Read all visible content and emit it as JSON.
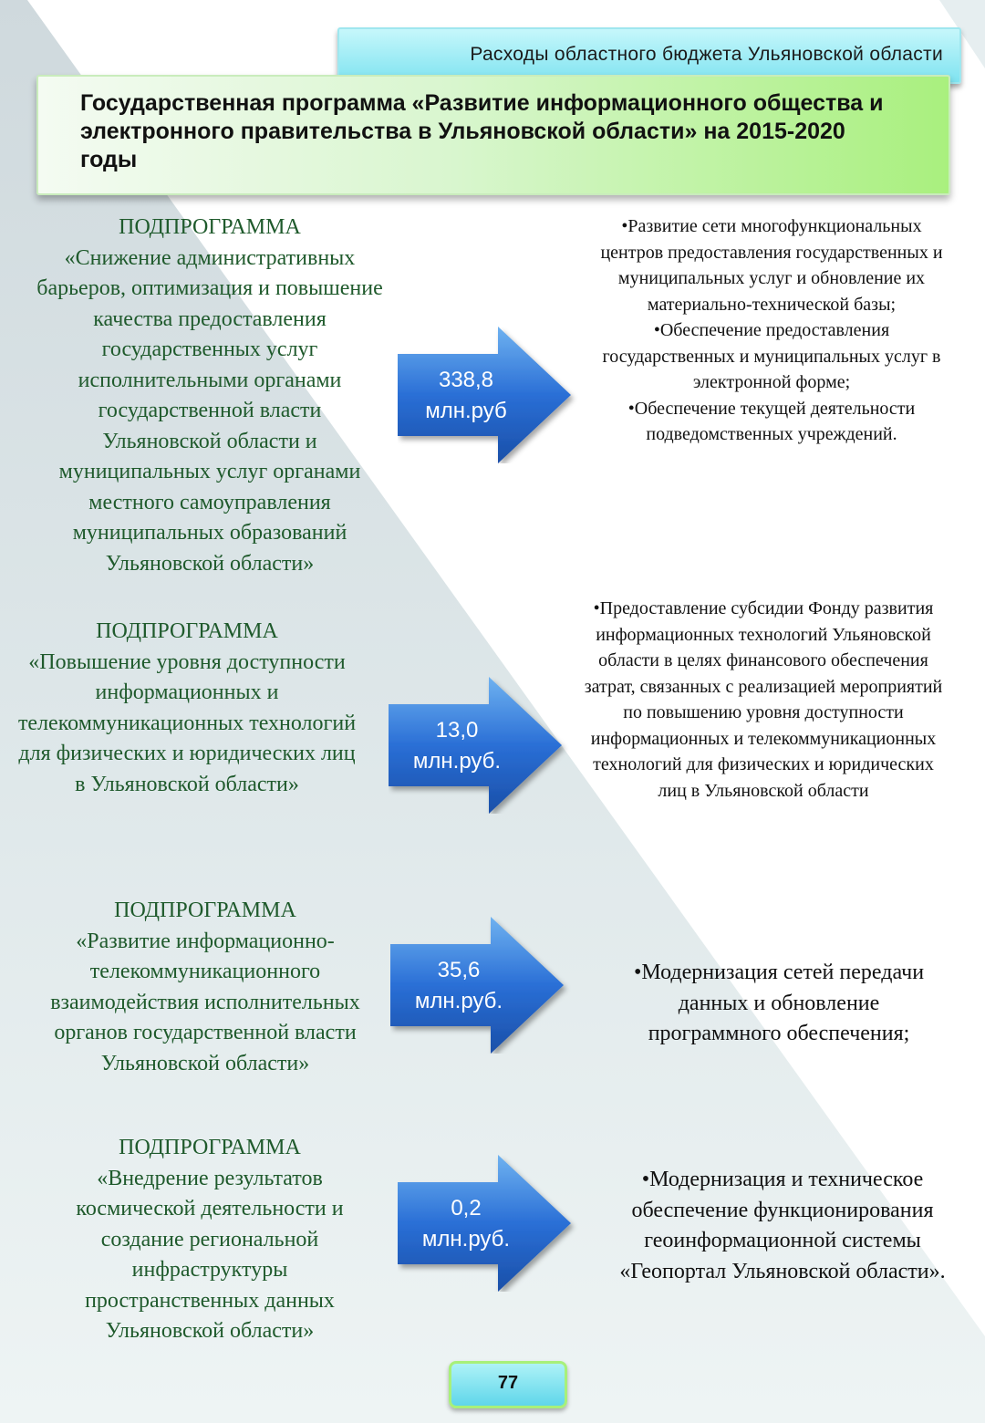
{
  "header": {
    "section_title": "Расходы областного бюджета Ульяновской области",
    "program_title": "Государственная программа «Развитие информационного общества и электронного правительства в Ульяновской области» на 2015-2020 годы"
  },
  "subprograms": [
    {
      "caption": "ПОДПРОГРАММА",
      "name": "«Снижение административных барьеров, оптимизация и повышение качества предоставления государственных услуг исполнительными органами государственной власти Ульяновской области и муниципальных услуг органами местного самоуправления муниципальных образований Ульяновской области»",
      "amount": "338,8",
      "unit": "млн.руб",
      "activities": [
        "•Развитие сети многофункциональных центров предоставления государственных и муниципальных услуг и обновление их материально-технической базы;",
        "•Обеспечение предоставления государственных и муниципальных услуг в электронной форме;",
        "•Обеспечение текущей деятельности подведомственных учреждений."
      ]
    },
    {
      "caption": "ПОДПРОГРАММА",
      "name": "«Повышение уровня доступности информационных и телекоммуникационных технологий для физических и юридических лиц в Ульяновской области»",
      "amount": "13,0",
      "unit": "млн.руб.",
      "activities": [
        "•Предоставление субсидии Фонду развития информационных технологий Ульяновской области в целях финансового обеспечения затрат, связанных с реализацией мероприятий по повышению уровня доступности информационных и телекоммуникационных технологий для физических и юридических лиц в Ульяновской области"
      ]
    },
    {
      "caption": "ПОДПРОГРАММА",
      "name": "«Развитие информационно-телекоммуникационного взаимодействия исполнительных органов государственной власти Ульяновской области»",
      "amount": "35,6",
      "unit": "млн.руб.",
      "activities": [
        "•Модернизация сетей передачи данных и обновление программного обеспечения;"
      ]
    },
    {
      "caption": "ПОДПРОГРАММА",
      "name": "«Внедрение результатов космической деятельности и создание региональной инфраструктуры пространственных данных Ульяновской области»",
      "amount": "0,2",
      "unit": "млн.руб.",
      "activities": [
        "•Модернизация и техническое обеспечение функционирования геоинформационной системы «Геопортал Ульяновской области»."
      ]
    }
  ],
  "footer": {
    "page_number": "77"
  },
  "colors": {
    "subprogram_text": "#1f5a2c",
    "arrow_fill": "#2a6fd6",
    "title_box": "#b6f08f",
    "header_box": "#8fe8f2"
  }
}
